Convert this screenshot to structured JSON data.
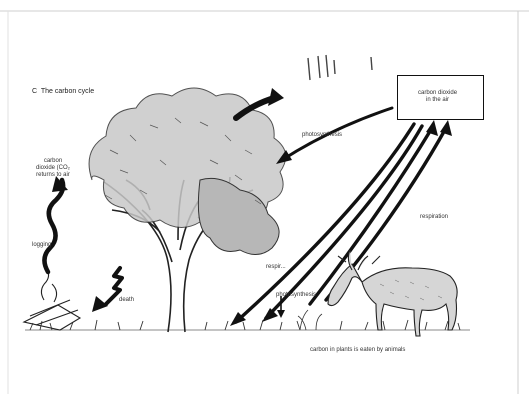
{
  "diagram": {
    "title": "C  The carbon cycle",
    "co2_box": "carbon dioxide\nin the air",
    "labels": {
      "burnt": "carbon\ndioxide (CO₂\nreturns to air",
      "logging": "logging",
      "death": "death",
      "photosynthesis_top": "photosynthesis",
      "respiration_right": "respiration",
      "respiration_mid": "respir...",
      "photosynthesis_mid": "photosynthesis",
      "eaten": "carbon in plants is eaten by animals"
    },
    "colors": {
      "ink": "#111111",
      "frame": "#cfcfcf",
      "label": "#333333"
    }
  }
}
